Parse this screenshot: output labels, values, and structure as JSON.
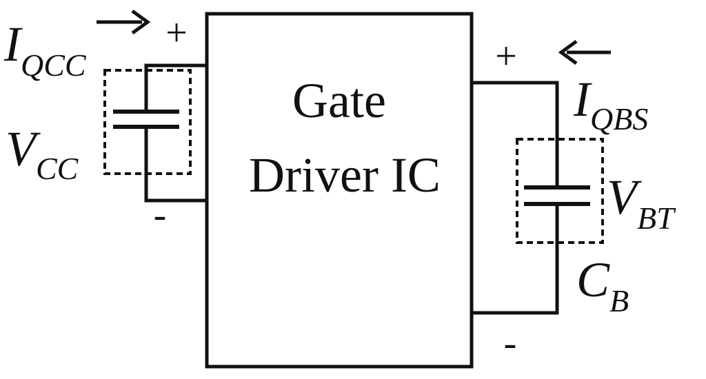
{
  "ic": {
    "line1": "Gate",
    "line2": "Driver IC"
  },
  "left": {
    "current_main": "I",
    "current_sub": "QCC",
    "voltage_main": "V",
    "voltage_sub": "CC",
    "plus": "+",
    "minus": "-"
  },
  "right": {
    "current_main": "I",
    "current_sub": "QBS",
    "voltage_main": "V",
    "voltage_sub": "BT",
    "cap_main": "C",
    "cap_sub": "B",
    "plus": "+",
    "minus": "-"
  },
  "colors": {
    "ink": "#111111",
    "background": "#ffffff"
  },
  "icons": {
    "left_arrow": "arrow-right-icon",
    "right_arrow": "arrow-left-icon"
  }
}
